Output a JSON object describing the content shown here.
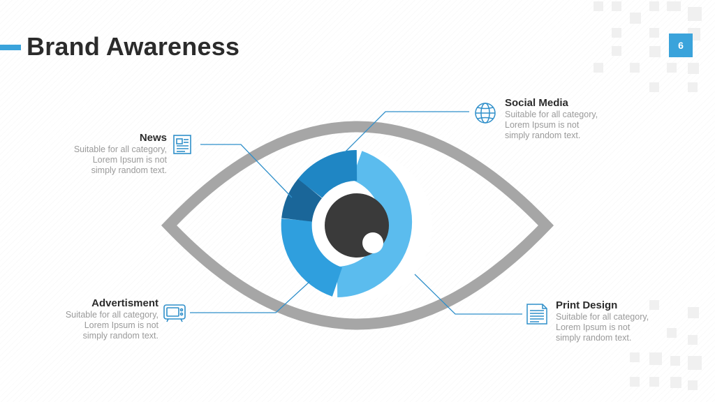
{
  "slide": {
    "title": "Brand Awareness",
    "page_number": "6"
  },
  "categories": {
    "news": {
      "label": "News",
      "line1": "Suitable for all category,",
      "line2": "Lorem Ipsum is not",
      "line3": "simply random text.",
      "icon": "newspaper-icon"
    },
    "social_media": {
      "label": "Social Media",
      "line1": "Suitable for all category,",
      "line2": "Lorem Ipsum is not",
      "line3": "simply random text.",
      "icon": "globe-icon"
    },
    "advertisment": {
      "label": "Advertisment",
      "line1": "Suitable for all category,",
      "line2": "Lorem Ipsum is not",
      "line3": "simply random text.",
      "icon": "tv-icon"
    },
    "print_design": {
      "label": "Print Design",
      "line1": "Suitable for all category,",
      "line2": "Lorem Ipsum is not",
      "line3": "simply random text.",
      "icon": "document-icon"
    }
  },
  "colors": {
    "accent": "#3aa3db",
    "eye_outline": "#a6a6a6",
    "pupil": "#3a3a3a",
    "segment_light": "#5bbcee",
    "segment_mid": "#2f9fde",
    "segment_dark": "#1f86c4",
    "segment_darkest": "#1a6699"
  }
}
